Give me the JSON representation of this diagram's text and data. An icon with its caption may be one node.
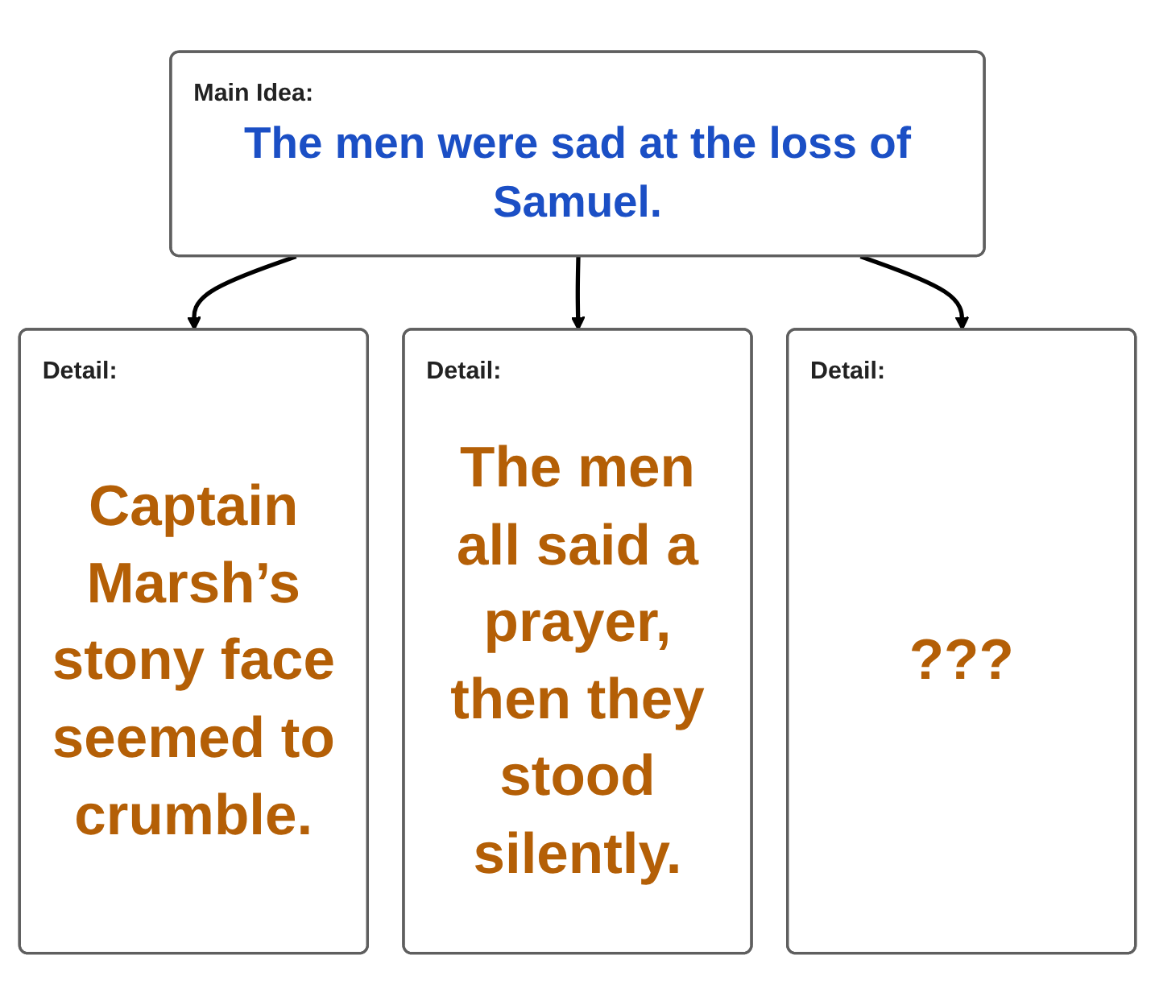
{
  "diagram": {
    "nodes": [
      {
        "text": [
          "Main Idea:",
          "The men were sad at the loss of Samuel."
        ]
      },
      {
        "text": [
          "Detail:",
          "Captain Marsh’s stony face seemed to crumble."
        ]
      },
      {
        "text": [
          "Detail:",
          "The men all said a prayer, then they stood silently."
        ]
      },
      {
        "text": [
          "Detail:",
          "???"
        ]
      }
    ],
    "edges": [
      {
        "from": 0,
        "to": 1,
        "arrow": "to"
      },
      {
        "from": 0,
        "to": 2,
        "arrow": "to"
      },
      {
        "from": 0,
        "to": 3,
        "arrow": "to"
      }
    ]
  }
}
